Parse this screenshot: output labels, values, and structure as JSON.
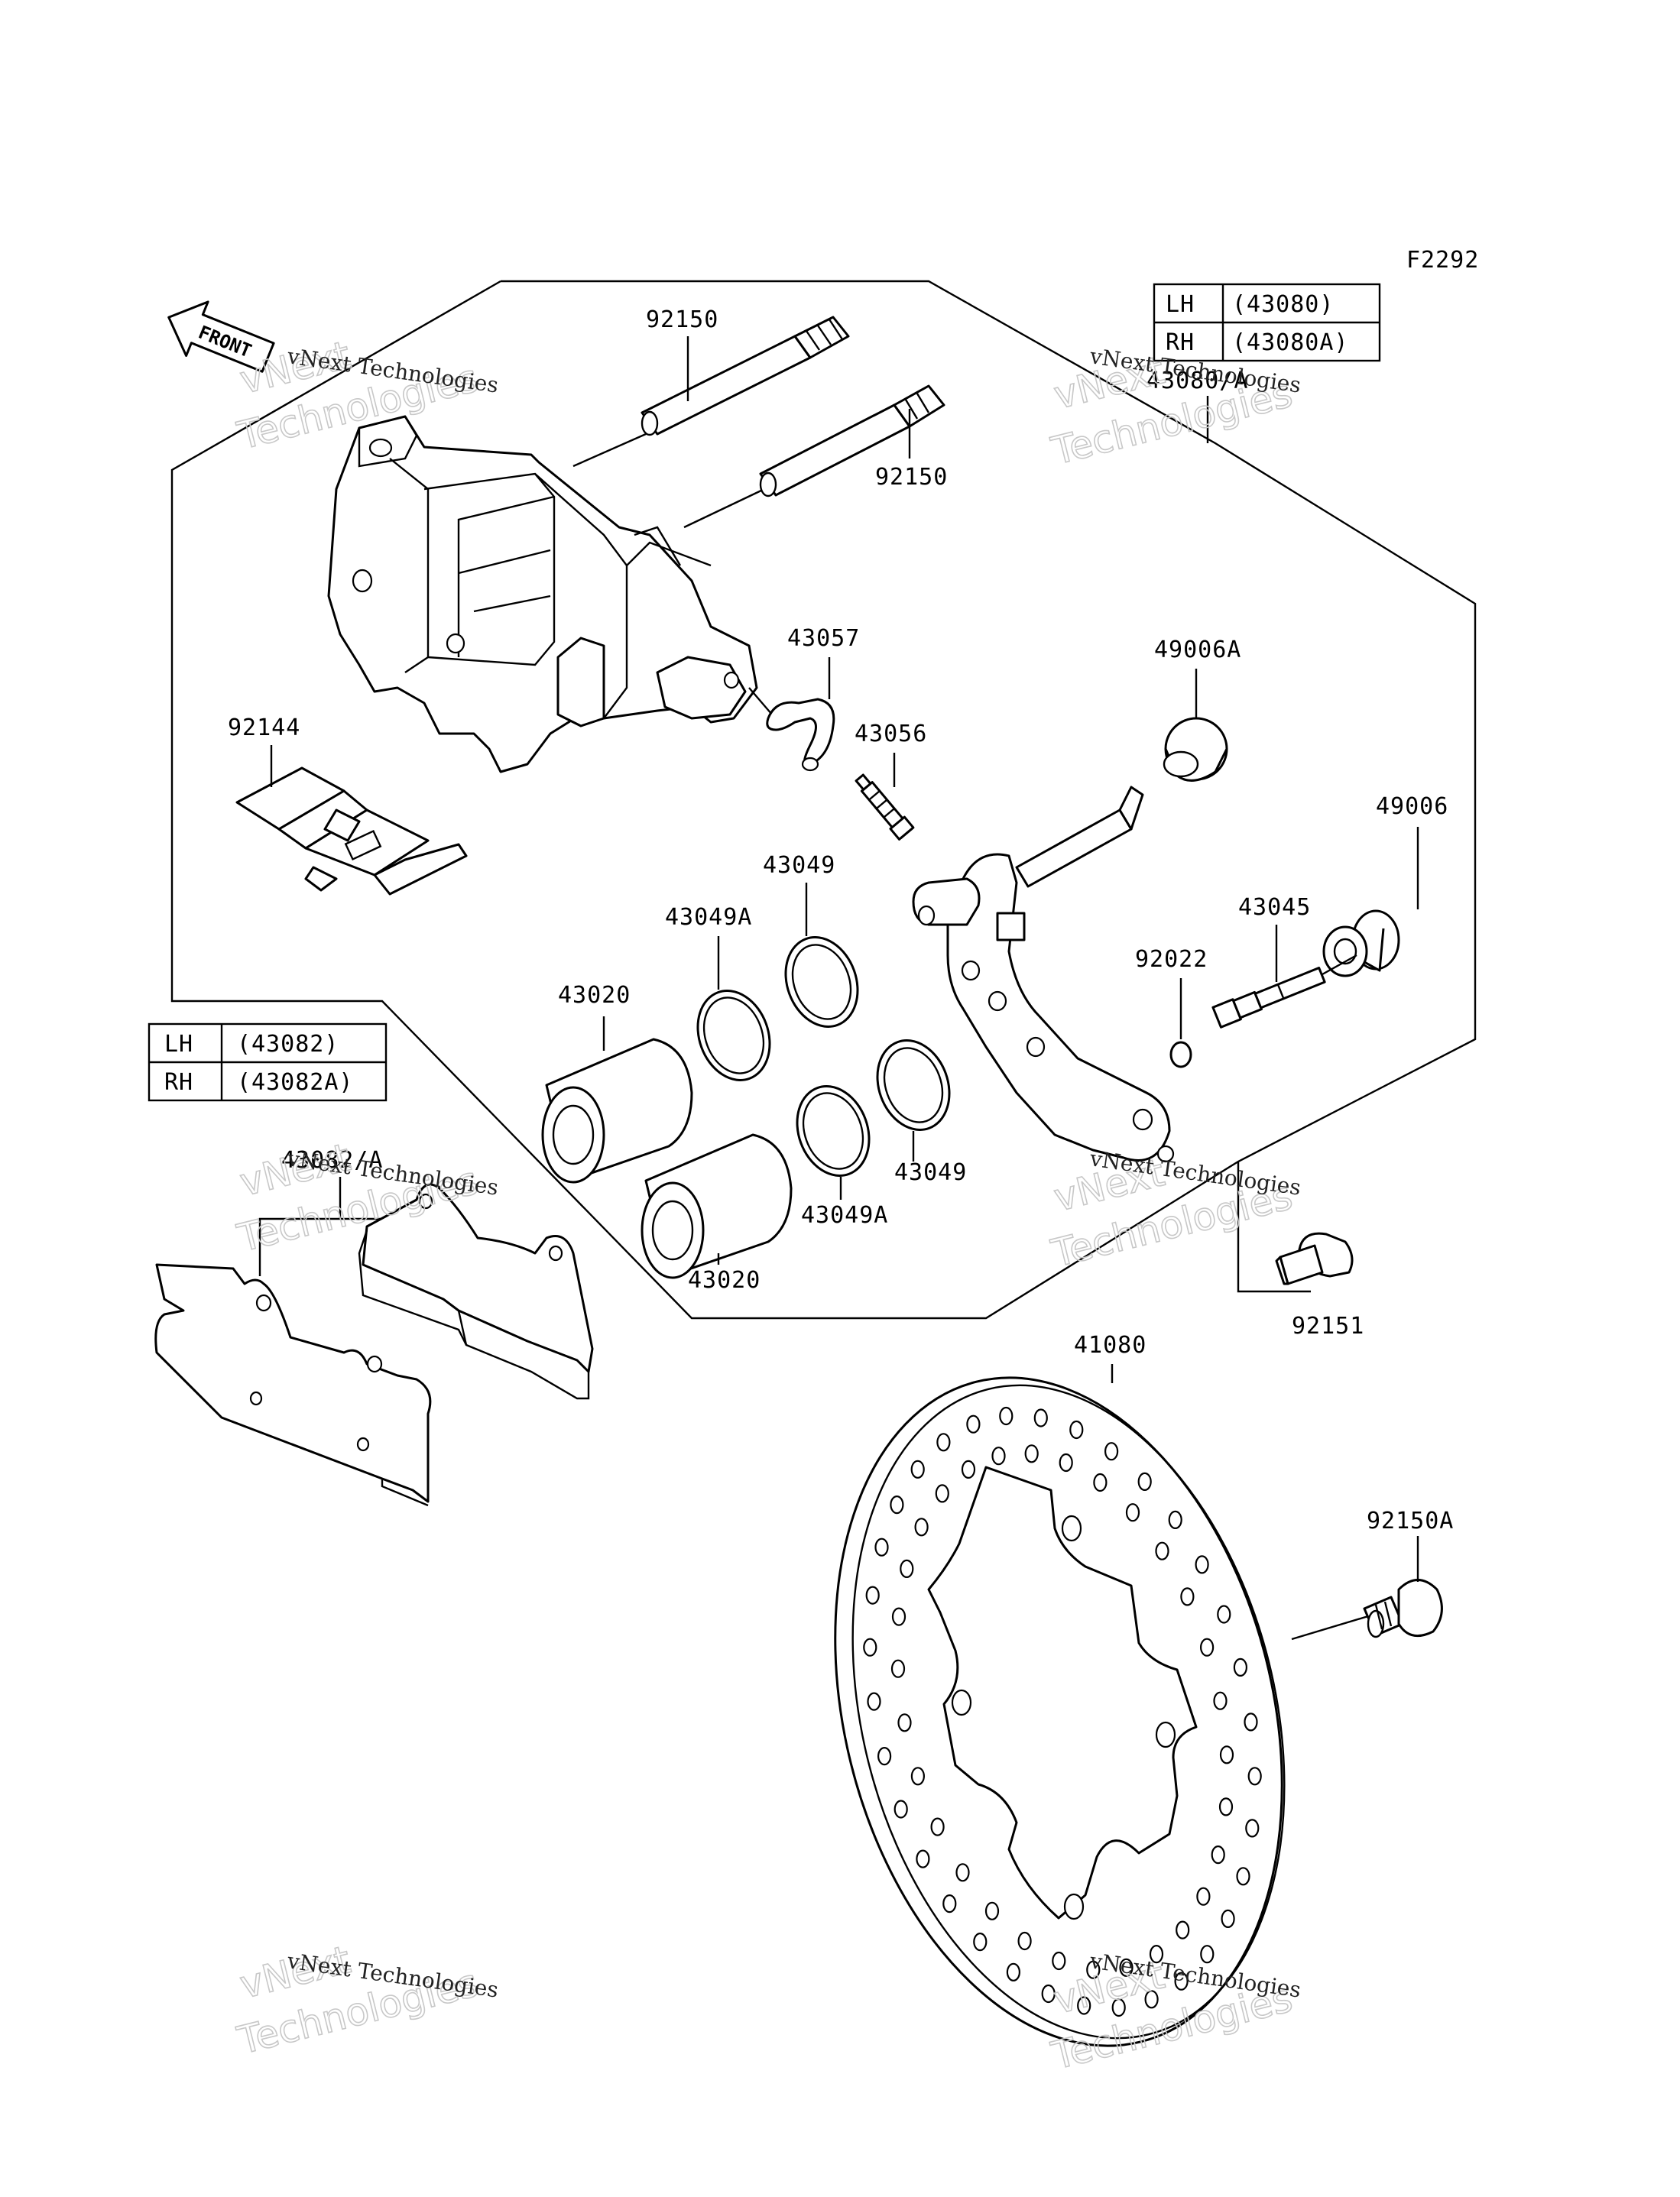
{
  "figure_code": "F2292",
  "front_label": "FRONT",
  "watermark": {
    "line1": "vNext Technologies",
    "line2": "Technologies",
    "line3": "vNext"
  },
  "caliper_table": {
    "rows": [
      {
        "side": "LH",
        "part": "(43080)"
      },
      {
        "side": "RH",
        "part": "(43080A)"
      }
    ],
    "callout": "43080/A"
  },
  "pad_table": {
    "rows": [
      {
        "side": "LH",
        "part": "(43082)"
      },
      {
        "side": "RH",
        "part": "(43082A)"
      }
    ],
    "callout": "43082/A"
  },
  "parts": {
    "p92150_top": "92150",
    "p92150_right": "92150",
    "p43057": "43057",
    "p43056": "43056",
    "p92144": "92144",
    "p49006A": "49006A",
    "p49006": "49006",
    "p43045": "43045",
    "p92022": "92022",
    "p43049_top": "43049",
    "p43049A_top": "43049A",
    "p43020_top": "43020",
    "p43049_bottom": "43049",
    "p43049A_bottom": "43049A",
    "p43020_bottom": "43020",
    "p92151": "92151",
    "p41080": "41080",
    "p92150A": "92150A"
  }
}
